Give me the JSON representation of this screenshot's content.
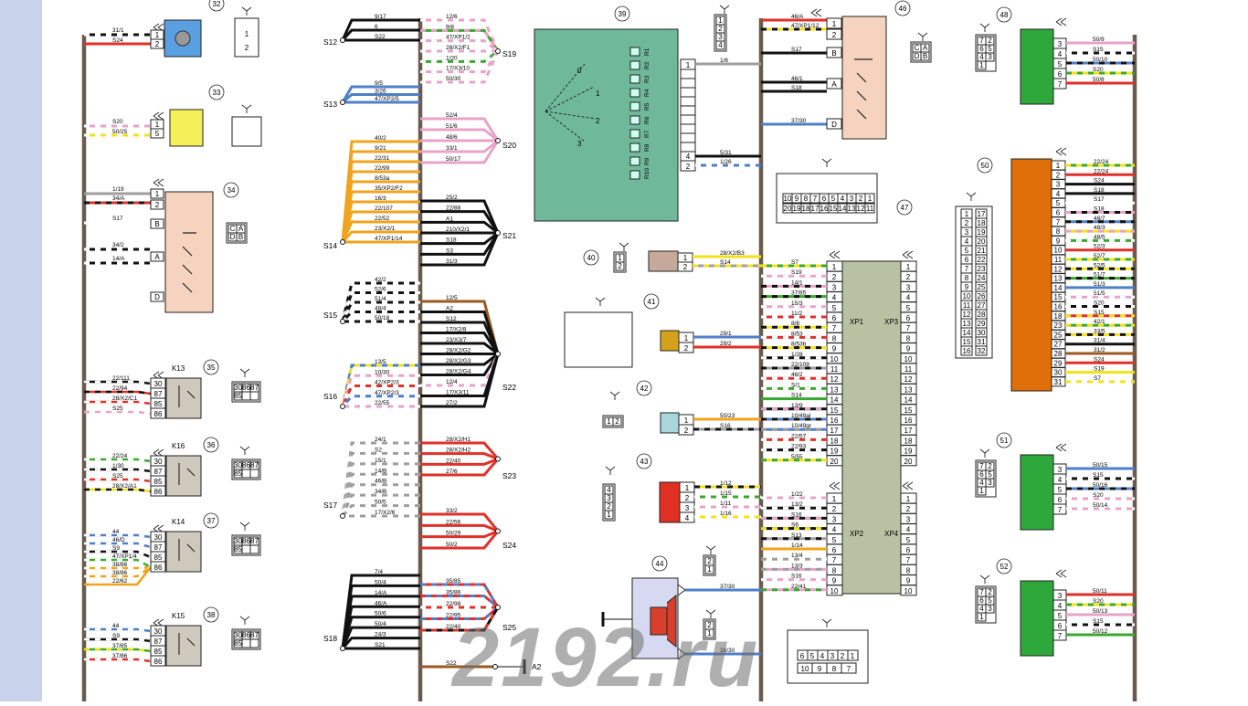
{
  "watermark": "2192.ru",
  "colors": {
    "sidebar": "#c8d2ea",
    "trunk": "#6b5a4e",
    "green_block": "#2ea83a",
    "orange_block": "#e06f0a",
    "gray_block": "#b8c2a3",
    "teal_block": "#6fb89a",
    "peach": "#f6d3be",
    "yellow_block": "#f5f05a",
    "blue_block": "#5aa0e0"
  },
  "components": {
    "c32": {
      "id": "32",
      "pins": [
        "1",
        "2"
      ],
      "wires": [
        "31/1",
        "S24"
      ]
    },
    "c33": {
      "id": "33",
      "pins": [
        "1",
        "5"
      ],
      "wires": [
        "S20",
        "50/25"
      ]
    },
    "c34": {
      "id": "34",
      "pins": [
        "1",
        "2",
        "B",
        "A",
        "D"
      ],
      "wires": [
        "1/19",
        "34/A",
        "S17",
        "34/2",
        "14/A"
      ],
      "conn": [
        "C",
        "A",
        "D",
        "B"
      ]
    },
    "c35": {
      "id": "35",
      "name": "K13",
      "pins": [
        "30",
        "87",
        "85",
        "86"
      ],
      "wires": [
        "22/111",
        "22/94",
        "28/X2/C1",
        "S25"
      ]
    },
    "c36": {
      "id": "36",
      "name": "K16",
      "pins": [
        "30",
        "87",
        "85",
        "86"
      ],
      "wires": [
        "22/24",
        "1/30",
        "S25",
        "28/X2/A1"
      ]
    },
    "c37": {
      "id": "37",
      "name": "K14",
      "pins": [
        "30",
        "87",
        "85",
        "86"
      ],
      "wires": [
        "44",
        "46/D",
        "S9",
        "47/XP1/4",
        "38/86",
        "38/86",
        "22/62"
      ]
    },
    "c38": {
      "id": "38",
      "name": "K15",
      "pins": [
        "30",
        "87",
        "85",
        "86"
      ],
      "wires": [
        "44",
        "S9",
        "37/85",
        "37/86"
      ]
    },
    "relay_conn": [
      "30",
      "85",
      "86",
      "87"
    ],
    "c39": {
      "id": "39",
      "pins": [
        "1",
        "4",
        "2"
      ],
      "wires": [
        "1/6",
        "5/31",
        "1/26"
      ],
      "pos": [
        "0",
        "1",
        "2",
        "3"
      ],
      "res": [
        "R1",
        "R2",
        "R3",
        "R4",
        "R5",
        "R6",
        "R7",
        "R8",
        "R9",
        "R10"
      ],
      "conn": [
        "1",
        "2",
        "3",
        "4"
      ]
    },
    "c40": {
      "id": "40",
      "pins": [
        "1",
        "2"
      ],
      "wires": [
        "28/X2/B3",
        "S14"
      ],
      "conn": [
        "1",
        "2"
      ]
    },
    "c41": {
      "id": "41",
      "pins": [
        "1",
        "2"
      ],
      "wires": [
        "29/1",
        "29/2"
      ]
    },
    "c42": {
      "id": "42",
      "pins": [
        "1",
        "2"
      ],
      "wires": [
        "50/23",
        "S16"
      ],
      "conn": [
        "1",
        "2"
      ]
    },
    "c43": {
      "id": "43",
      "pins": [
        "1",
        "2",
        "3",
        "4"
      ],
      "wires": [
        "1/12",
        "1/15",
        "1/11",
        "1/16"
      ],
      "conn": [
        "4",
        "3",
        "2",
        "1"
      ]
    },
    "c44": {
      "id": "44",
      "wires": [
        "37/30",
        "38/30"
      ],
      "conn": [
        "2",
        "1"
      ]
    },
    "c46": {
      "id": "46",
      "pins": [
        "1",
        "2",
        "B",
        "A",
        "D"
      ],
      "wires": [
        "46/A",
        "47/XP1/12",
        "S17",
        "46/1",
        "S18",
        "37/30"
      ],
      "conn": [
        "C",
        "A",
        "D",
        "B"
      ]
    },
    "c47": {
      "id": "47",
      "xp1_labels": [
        "XP1",
        "XP3"
      ],
      "xp2_labels": [
        "XP2",
        "XP4"
      ],
      "xp1_wires": [
        "S7",
        "S19",
        "14/1",
        "37/85",
        "15/3",
        "11/2",
        "8/8",
        "8/53",
        "8/53b",
        "1/28",
        "22/109",
        "46/2",
        "S/1",
        "S14",
        "13/9",
        "10/49al",
        "10/49gr",
        "22/57",
        "22/93",
        "5/55"
      ],
      "xp2_wires": [
        "1/22",
        "13/2",
        "S16",
        "S6",
        "S13",
        "1/14",
        "13/4",
        "13/3",
        "S16",
        "22/41"
      ],
      "conn_top": [
        "10",
        "9",
        "8",
        "7",
        "6",
        "5",
        "4",
        "3",
        "2",
        "1"
      ],
      "conn_bot": [
        "20",
        "19",
        "18",
        "17",
        "16",
        "15",
        "14",
        "13",
        "12",
        "11"
      ],
      "conn2_top": [
        "6",
        "5",
        "4",
        "3",
        "2",
        "1"
      ],
      "conn2_bot": [
        "10",
        "9",
        "8",
        "7"
      ]
    },
    "c48": {
      "id": "48",
      "pins": [
        "3",
        "4",
        "5",
        "6",
        "7"
      ],
      "wires": [
        "50/9",
        "S15",
        "50/10",
        "S20",
        "50/8"
      ],
      "conn": [
        "7",
        "2",
        "6",
        "5",
        "4",
        "3",
        "1"
      ]
    },
    "c50": {
      "id": "50",
      "pins": [
        "1",
        "2",
        "3",
        "4",
        "5",
        "6",
        "7",
        "8",
        "9",
        "10",
        "11",
        "12",
        "13",
        "14",
        "15",
        "16",
        "18",
        "23",
        "25",
        "27",
        "28",
        "29",
        "30",
        "31"
      ],
      "wires": [
        "22/24",
        "S24",
        "S18",
        "S17",
        "S18",
        "48/7",
        "48/3",
        "48/5",
        "52/3",
        "52/7",
        "52/5",
        "51/7",
        "51/3",
        "51/5",
        "S20",
        "S15",
        "42/1",
        "33/5",
        "31/4",
        "31/2",
        "S24",
        "S19",
        "S7"
      ],
      "conn_left": [
        "1",
        "2",
        "3",
        "4",
        "5",
        "6",
        "7",
        "8",
        "9",
        "10",
        "11",
        "12",
        "13",
        "14",
        "15",
        "16"
      ],
      "conn_right": [
        "17",
        "18",
        "19",
        "20",
        "21",
        "22",
        "23",
        "24",
        "25",
        "26",
        "27",
        "28",
        "29",
        "30",
        "31",
        "32"
      ]
    },
    "c51": {
      "id": "51",
      "pins": [
        "3",
        "4",
        "5",
        "6",
        "7"
      ],
      "wires": [
        "50/15",
        "S15",
        "50/16",
        "S20",
        "50/14"
      ],
      "conn": [
        "7",
        "2",
        "6",
        "5",
        "4",
        "3",
        "1"
      ]
    },
    "c52": {
      "id": "52",
      "pins": [
        "3",
        "4",
        "5",
        "6",
        "7"
      ],
      "wires": [
        "50/11",
        "S20",
        "50/13",
        "S15",
        "50/12"
      ],
      "conn": [
        "7",
        "2",
        "6",
        "5",
        "4",
        "3",
        "1"
      ]
    }
  },
  "splices": {
    "S12": {
      "label": "S12",
      "wires": [
        "9/17",
        "6",
        "S22"
      ]
    },
    "S13": {
      "label": "S13",
      "wires": [
        "9/5",
        "3/26",
        "47/XP2/5"
      ]
    },
    "S14": {
      "label": "S14",
      "wires": [
        "40/2",
        "9/21",
        "22/31",
        "22/99",
        "8/53a",
        "35/XP2/F2",
        "16/3",
        "22/107",
        "22/52",
        "23/X2/1",
        "47/XP1/14"
      ]
    },
    "S15": {
      "label": "S15",
      "wires": [
        "42/2",
        "52/6",
        "51/4",
        "48/4",
        "50/18"
      ]
    },
    "S16": {
      "label": "S16",
      "wires": [
        "13/5",
        "10/30",
        "42/XP2/3",
        "47/XP2/3",
        "22/55"
      ]
    },
    "S17": {
      "label": "S17",
      "wires": [
        "24/1",
        "S2",
        "15/1",
        "14/B",
        "46/B",
        "34/B",
        "50/5",
        "17/X2/6"
      ]
    },
    "S18": {
      "label": "S18",
      "wires": [
        "7/4",
        "50/4",
        "14/A",
        "46/A",
        "50/6",
        "50/4",
        "24/3",
        "S21"
      ]
    },
    "S19": {
      "label": "S19",
      "wires": [
        "12/6",
        "9/8",
        "47/XP1/2",
        "28/X2/F1",
        "1/20",
        "17/X3/10",
        "50/30"
      ]
    },
    "S20": {
      "label": "S20",
      "wires": [
        "52/4",
        "51/6",
        "48/6",
        "33/1",
        "50/17"
      ]
    },
    "S21": {
      "label": "S21",
      "wires": [
        "25/2",
        "22/88",
        "A1",
        "210/X2/1",
        "S18",
        "S3",
        "31/3"
      ]
    },
    "S22": {
      "label": "S22",
      "wires": [
        "12/5",
        "A2",
        "S12",
        "17/X2/8",
        "23/X3/7",
        "28/X2/G2",
        "28/X2/G3",
        "28/X2/G4",
        "12/4",
        "17/X3/11",
        "27/2"
      ]
    },
    "S23": {
      "label": "S23",
      "wires": [
        "28/X2/H1",
        "28/X2/H2",
        "22/40",
        "27/6"
      ]
    },
    "S24": {
      "label": "S24",
      "wires": [
        "33/2",
        "22/56",
        "50/29",
        "50/2"
      ]
    },
    "S25": {
      "label": "S25",
      "wires": [
        "35/85",
        "35/86",
        "22/98",
        "22/95",
        "22/40"
      ]
    },
    "A2": {
      "label": "A2",
      "wires": [
        "S22"
      ]
    }
  }
}
